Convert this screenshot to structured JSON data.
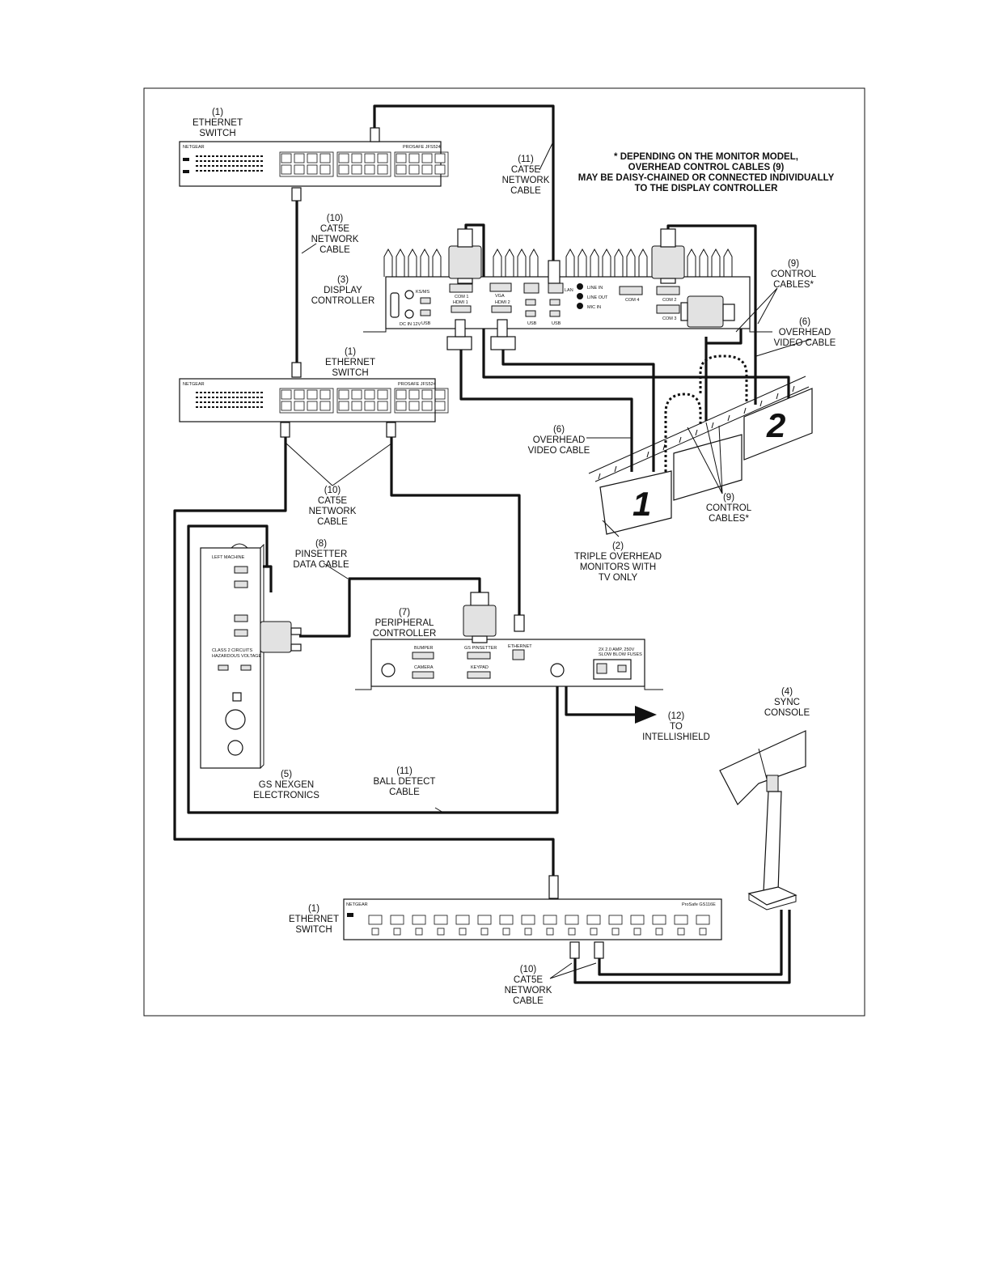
{
  "labels": {
    "switch_top": [
      "(1)",
      "ETHERNET",
      "SWITCH"
    ],
    "cable_11_top": [
      "(11)",
      "CAT5E",
      "NETWORK",
      "CABLE"
    ],
    "note": [
      "* DEPENDING ON THE MONITOR MODEL,",
      "OVERHEAD CONTROL CABLES (9)",
      "MAY BE DAISY-CHAINED OR CONNECTED INDIVIDUALLY",
      "TO THE DISPLAY CONTROLLER"
    ],
    "cable_10_top": [
      "(10)",
      "CAT5E",
      "NETWORK",
      "CABLE"
    ],
    "display_controller": [
      "(3)",
      "DISPLAY",
      "CONTROLLER"
    ],
    "control_cables_top": [
      "(9)",
      "CONTROL",
      "CABLES*"
    ],
    "video_cable_right": [
      "(6)",
      "OVERHEAD",
      "VIDEO CABLE"
    ],
    "switch_mid": [
      "(1)",
      "ETHERNET",
      "SWITCH"
    ],
    "video_cable_left": [
      "(6)",
      "OVERHEAD",
      "VIDEO CABLE"
    ],
    "cable_10_mid": [
      "(10)",
      "CAT5E",
      "NETWORK",
      "CABLE"
    ],
    "control_cables_bottom": [
      "(9)",
      "CONTROL",
      "CABLES*"
    ],
    "monitors": [
      "(2)",
      "TRIPLE OVERHEAD",
      "MONITORS WITH",
      "TV ONLY"
    ],
    "pinsetter_cable": [
      "(8)",
      "PINSETTER",
      "DATA CABLE"
    ],
    "peripheral_controller": [
      "(7)",
      "PERIPHERAL",
      "CONTROLLER"
    ],
    "intellishield": [
      "(12)",
      "TO",
      "INTELLISHIELD"
    ],
    "sync_console": [
      "(4)",
      "SYNC",
      "CONSOLE"
    ],
    "gs_nexgen": [
      "(5)",
      "GS NEXGEN",
      "ELECTRONICS"
    ],
    "ball_detect": [
      "(11)",
      "BALL DETECT",
      "CABLE"
    ],
    "switch_bottom": [
      "(1)",
      "ETHERNET",
      "SWITCH"
    ],
    "cable_10_bottom": [
      "(10)",
      "CAT5E",
      "NETWORK",
      "CABLE"
    ]
  },
  "device_text": {
    "netgear": "NETGEAR",
    "prosafe_jfs524": "PROSAFE JFS524",
    "prosafe_gs116e": "ProSafe GS116E",
    "com1": "COM 1",
    "com2": "COM 2",
    "com3": "COM 3",
    "com4": "COM 4",
    "vga": "VGA",
    "lan": "LAN",
    "hdmi1": "HDMI 1",
    "hdmi2": "HDMI 2",
    "usb": "USB",
    "line_in": "LINE IN",
    "line_out": "LINE OUT",
    "mic_in": "MIC IN",
    "ks_ms": "KS/MS",
    "dc_in": "DC IN 12V",
    "bumper": "BUMPER",
    "gs_pinsetter": "GS PINSETTER",
    "ethernet": "ETHERNET",
    "camera": "CAMERA",
    "keypad": "KEYPAD",
    "fuse": "2X 2.0 AMP, 250V SLOW BLOW FUSES",
    "left_machine": "LEFT MACHINE",
    "class2": "CLASS 2 CIRCUITS HAZARDOUS VOLTAGE",
    "monitor_1": "1",
    "monitor_2": "2"
  }
}
